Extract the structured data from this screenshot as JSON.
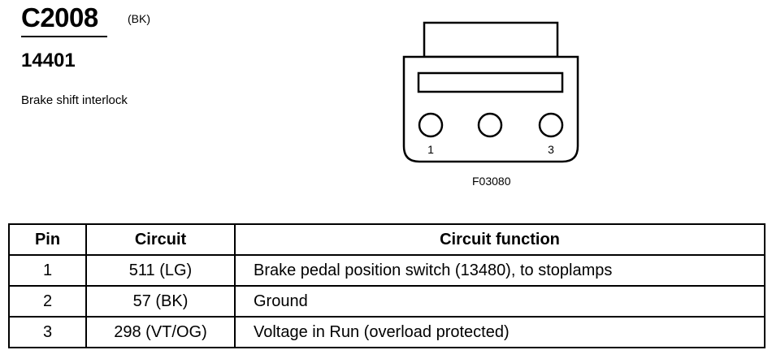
{
  "connector": {
    "id": "C2008",
    "color_code": "(BK)",
    "part_number": "14401",
    "description": "Brake shift interlock"
  },
  "diagram": {
    "pin_label_left": "1",
    "pin_label_right": "3",
    "figure_code": "F03080"
  },
  "table": {
    "headers": {
      "pin": "Pin",
      "circuit": "Circuit",
      "function": "Circuit function"
    },
    "rows": [
      {
        "pin": "1",
        "circuit": "511 (LG)",
        "function": "Brake pedal position switch (13480), to stoplamps"
      },
      {
        "pin": "2",
        "circuit": "57 (BK)",
        "function": "Ground"
      },
      {
        "pin": "3",
        "circuit": "298 (VT/OG)",
        "function": "Voltage in Run (overload protected)"
      }
    ]
  }
}
